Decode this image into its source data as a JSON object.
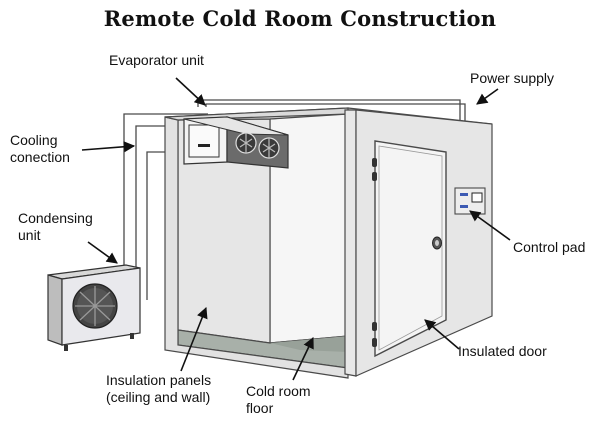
{
  "title": "Remote Cold Room Construction",
  "labels": {
    "evaporator": "Evaporator unit",
    "power": "Power supply",
    "cooling": "Cooling\nconection",
    "condensing": "Condensing\nunit",
    "control": "Control pad",
    "door": "Insulated door",
    "panels": "Insulation panels\n(ceiling and wall)",
    "floor": "Cold room\nfloor"
  },
  "colors": {
    "outline": "#4a4a4a",
    "panel_face": "#ececec",
    "panel_side": "#dcdcdc",
    "interior_wall": "#f7f7f7",
    "floor": "#a9b1aa",
    "unit_body": "#e4e4e4"
  }
}
